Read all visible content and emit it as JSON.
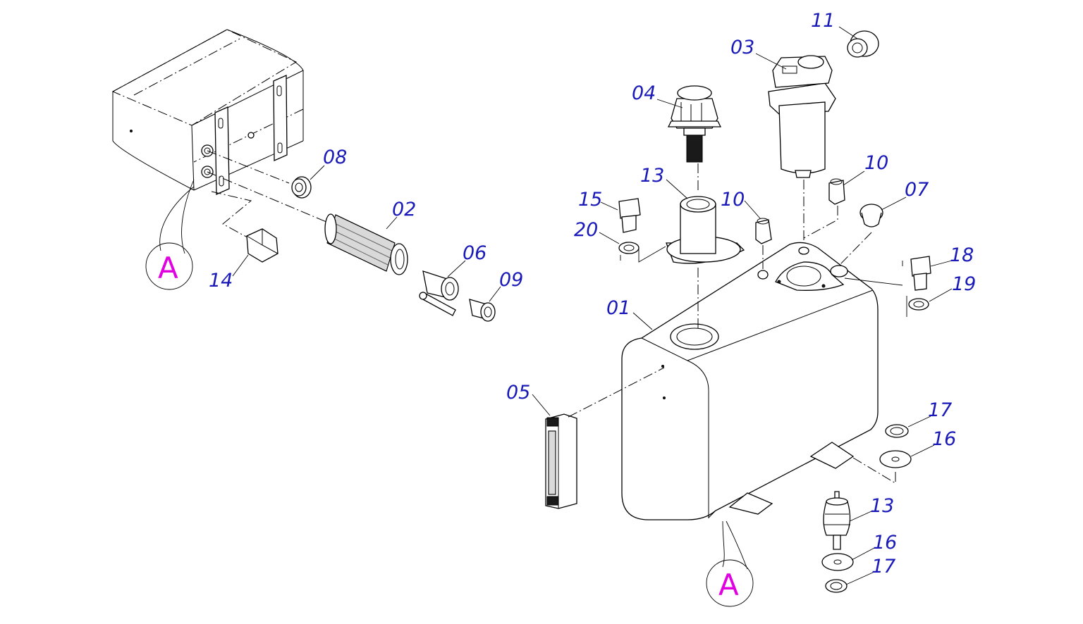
{
  "drawing": {
    "callout_color": "#1a1ab8",
    "view_label_color": "#e000e0",
    "callouts": [
      {
        "id": "c-11a",
        "text": "11"
      },
      {
        "id": "c-03",
        "text": "03"
      },
      {
        "id": "c-04",
        "text": "04"
      },
      {
        "id": "c-08",
        "text": "08"
      },
      {
        "id": "c-13a",
        "text": "13"
      },
      {
        "id": "c-10a",
        "text": "10"
      },
      {
        "id": "c-10b",
        "text": "10"
      },
      {
        "id": "c-07",
        "text": "07"
      },
      {
        "id": "c-15",
        "text": "15"
      },
      {
        "id": "c-02",
        "text": "02"
      },
      {
        "id": "c-20",
        "text": "20"
      },
      {
        "id": "c-18",
        "text": "18"
      },
      {
        "id": "c-06",
        "text": "06"
      },
      {
        "id": "c-19",
        "text": "19"
      },
      {
        "id": "c-09",
        "text": "09"
      },
      {
        "id": "c-14",
        "text": "14"
      },
      {
        "id": "c-01",
        "text": "01"
      },
      {
        "id": "c-05",
        "text": "05"
      },
      {
        "id": "c-17a",
        "text": "17"
      },
      {
        "id": "c-16a",
        "text": "16"
      },
      {
        "id": "c-13b",
        "text": "13"
      },
      {
        "id": "c-16b",
        "text": "16"
      },
      {
        "id": "c-17b",
        "text": "17"
      }
    ],
    "view_labels": [
      {
        "id": "view-a-left",
        "text": "A"
      },
      {
        "id": "view-a-right",
        "text": "A"
      }
    ]
  }
}
